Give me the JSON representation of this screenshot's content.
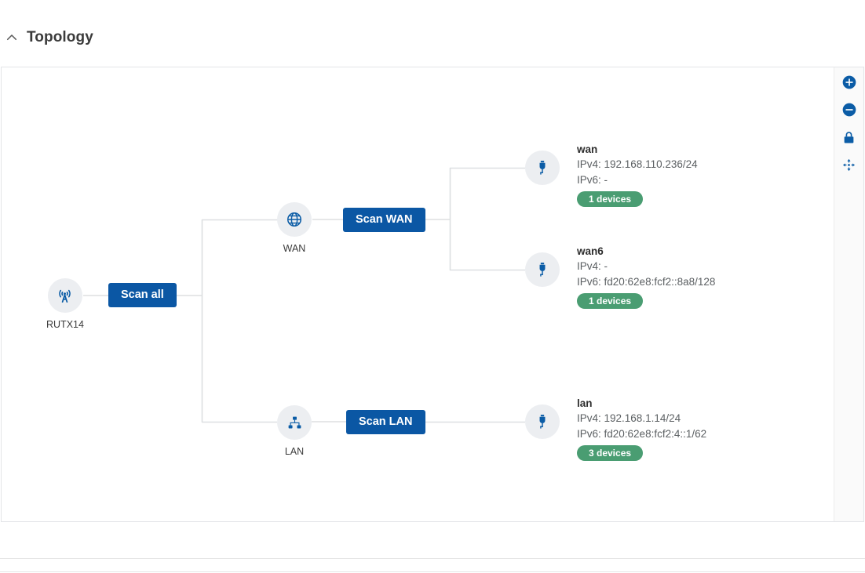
{
  "header": {
    "title": "Topology",
    "collapse_icon": "chevron-up-icon"
  },
  "controls": [
    {
      "name": "zoom-in-button",
      "icon": "plus-circle-icon"
    },
    {
      "name": "zoom-out-button",
      "icon": "minus-circle-icon"
    },
    {
      "name": "lock-button",
      "icon": "lock-icon"
    },
    {
      "name": "fit-view-button",
      "icon": "center-arrows-icon"
    }
  ],
  "topology": {
    "router": {
      "label": "RUTX14",
      "icon": "broadcast-tower-icon",
      "scan_button": "Scan all"
    },
    "branches": [
      {
        "key": "wan",
        "label": "WAN",
        "icon": "globe-icon",
        "scan_button": "Scan WAN",
        "interfaces": [
          {
            "name": "wan",
            "icon": "ethernet-plug-icon",
            "ipv4": "IPv4: 192.168.110.236/24",
            "ipv6": "IPv6: -",
            "badge": "1 devices"
          },
          {
            "name": "wan6",
            "icon": "ethernet-plug-icon",
            "ipv4": "IPv4: -",
            "ipv6": "IPv6: fd20:62e8:fcf2::8a8/128",
            "badge": "1 devices"
          }
        ]
      },
      {
        "key": "lan",
        "label": "LAN",
        "icon": "sitemap-icon",
        "scan_button": "Scan LAN",
        "interfaces": [
          {
            "name": "lan",
            "icon": "ethernet-plug-icon",
            "ipv4": "IPv4: 192.168.1.14/24",
            "ipv6": "IPv6: fd20:62e8:fcf2:4::1/62",
            "badge": "3 devices"
          }
        ]
      }
    ]
  },
  "colors": {
    "accent_blue": "#0b57a4",
    "badge_green": "#4a9d72",
    "node_circle": "#eceef1",
    "edge_line": "#dddfe1",
    "panel_border": "#e3e5e8"
  }
}
